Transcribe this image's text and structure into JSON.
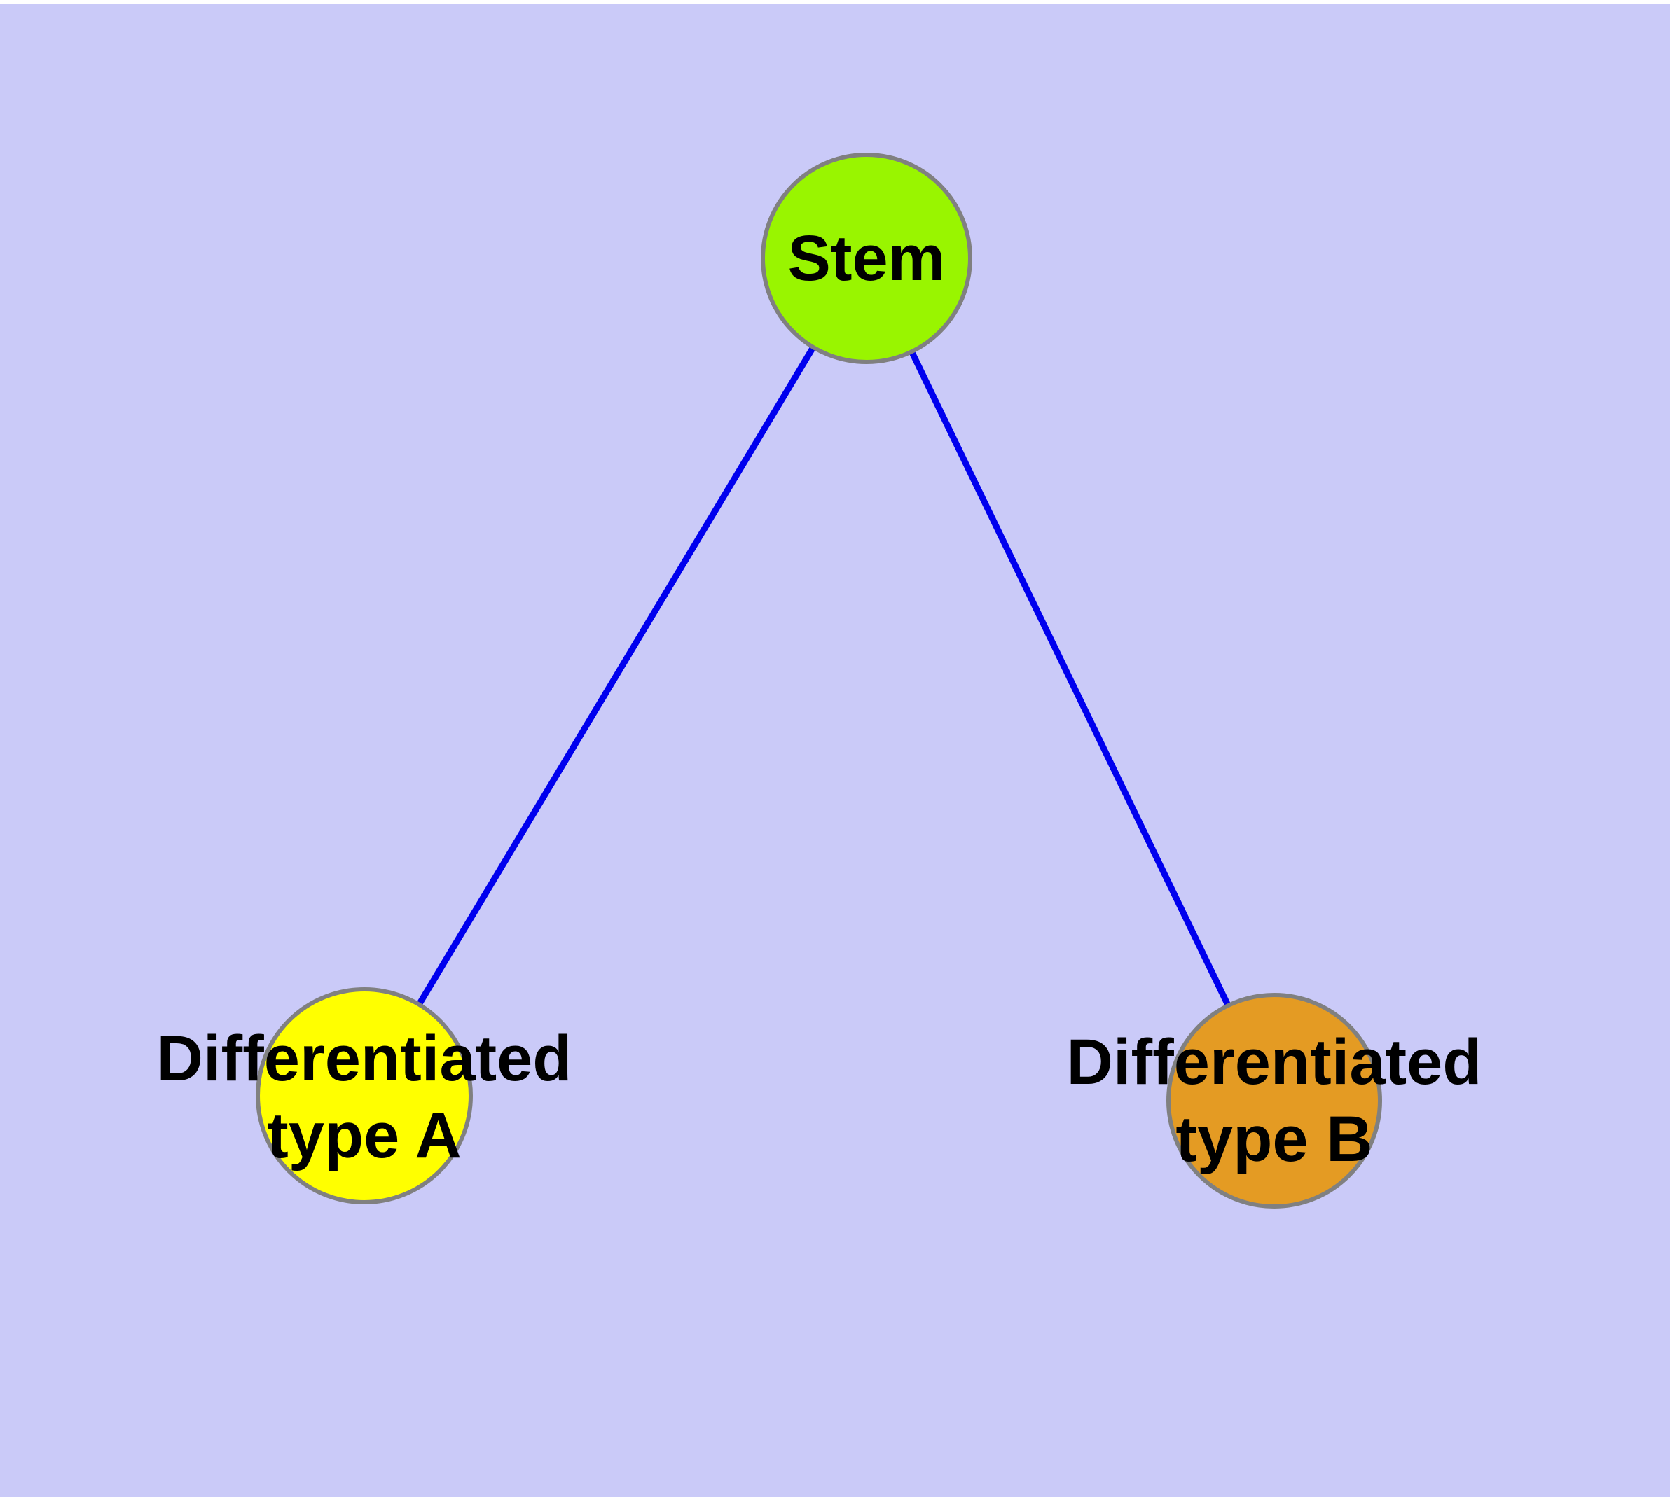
{
  "theme": {
    "background": "#CACAF8",
    "top_strip": "#FFFFFF",
    "edge_color": "#0000EE",
    "node_border_color": "#808080",
    "text_color": "#000000"
  },
  "diagram": {
    "type": "node-link-graph",
    "nodes": [
      {
        "id": "stem",
        "lines": [
          "Stem"
        ],
        "fill": "#99F500"
      },
      {
        "id": "type-a",
        "lines": [
          "Differentiated",
          "type A"
        ],
        "fill": "#FFFF00"
      },
      {
        "id": "type-b",
        "lines": [
          "Differentiated",
          "type B"
        ],
        "fill": "#E49B23"
      }
    ],
    "edges": [
      {
        "from": "stem",
        "to": "type-a"
      },
      {
        "from": "stem",
        "to": "type-b"
      }
    ]
  }
}
